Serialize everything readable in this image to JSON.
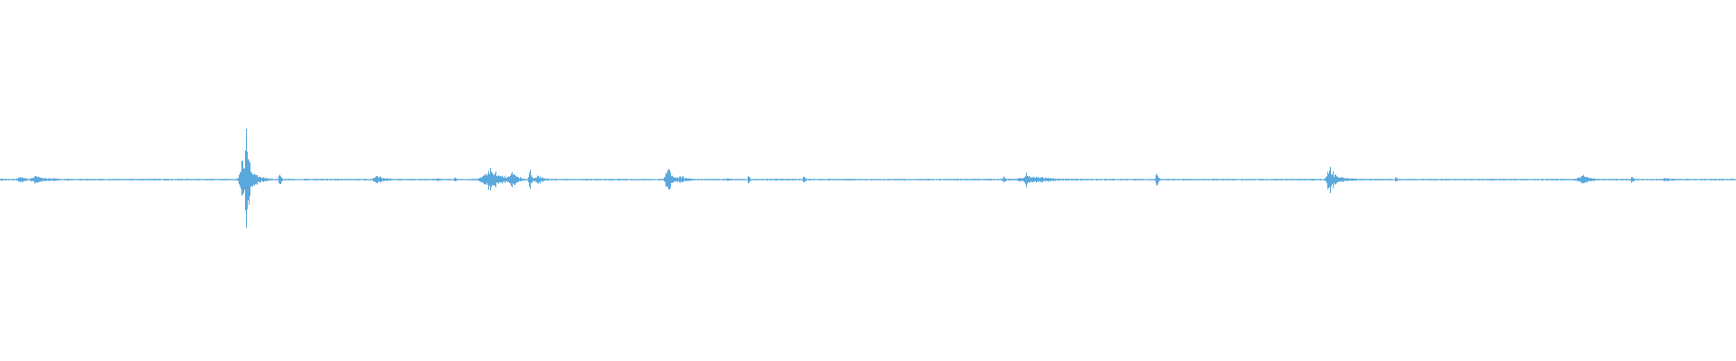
{
  "waveform": {
    "color": "#5aa8dc",
    "background": "#ffffff",
    "duration_fraction_bursts": [
      {
        "at": 0.0,
        "width": 0.01,
        "peak": 0.01
      },
      {
        "at": 0.012,
        "width": 0.008,
        "peak": 0.025
      },
      {
        "at": 0.021,
        "width": 0.01,
        "peak": 0.035
      },
      {
        "at": 0.03,
        "width": 0.012,
        "peak": 0.015
      },
      {
        "at": 0.14,
        "width": 0.006,
        "peak": 0.2
      },
      {
        "at": 0.142,
        "width": 0.004,
        "peak": 0.41
      },
      {
        "at": 0.146,
        "width": 0.012,
        "peak": 0.06
      },
      {
        "at": 0.161,
        "width": 0.002,
        "peak": 0.06
      },
      {
        "at": 0.218,
        "width": 0.01,
        "peak": 0.035
      },
      {
        "at": 0.252,
        "width": 0.004,
        "peak": 0.015
      },
      {
        "at": 0.262,
        "width": 0.003,
        "peak": 0.025
      },
      {
        "at": 0.283,
        "width": 0.016,
        "peak": 0.09
      },
      {
        "at": 0.295,
        "width": 0.008,
        "peak": 0.07
      },
      {
        "at": 0.305,
        "width": 0.002,
        "peak": 0.12
      },
      {
        "at": 0.31,
        "width": 0.008,
        "peak": 0.04
      },
      {
        "at": 0.385,
        "width": 0.006,
        "peak": 0.11
      },
      {
        "at": 0.392,
        "width": 0.012,
        "peak": 0.03
      },
      {
        "at": 0.419,
        "width": 0.006,
        "peak": 0.015
      },
      {
        "at": 0.431,
        "width": 0.002,
        "peak": 0.04
      },
      {
        "at": 0.463,
        "width": 0.002,
        "peak": 0.05
      },
      {
        "at": 0.578,
        "width": 0.002,
        "peak": 0.05
      },
      {
        "at": 0.591,
        "width": 0.004,
        "peak": 0.07
      },
      {
        "at": 0.596,
        "width": 0.03,
        "peak": 0.03
      },
      {
        "at": 0.666,
        "width": 0.002,
        "peak": 0.08
      },
      {
        "at": 0.766,
        "width": 0.006,
        "peak": 0.12
      },
      {
        "at": 0.772,
        "width": 0.018,
        "peak": 0.03
      },
      {
        "at": 0.804,
        "width": 0.002,
        "peak": 0.025
      },
      {
        "at": 0.912,
        "width": 0.01,
        "peak": 0.04
      },
      {
        "at": 0.94,
        "width": 0.002,
        "peak": 0.04
      },
      {
        "at": 0.96,
        "width": 0.01,
        "peak": 0.015
      }
    ]
  }
}
